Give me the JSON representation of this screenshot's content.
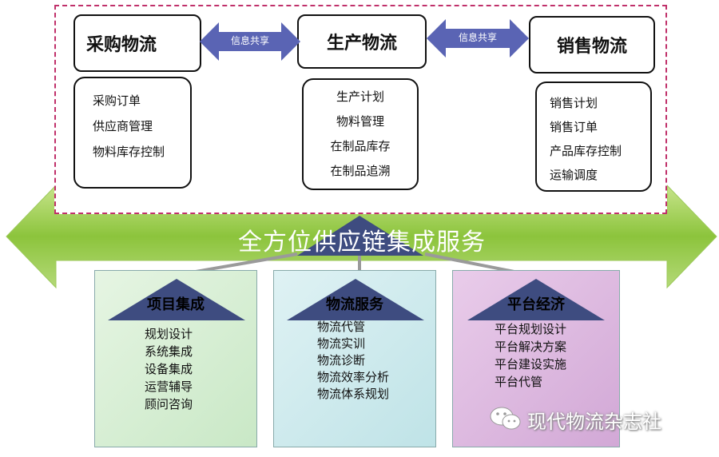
{
  "top": {
    "procurement": {
      "title": "采购物流",
      "items": [
        "采购订单",
        "供应商管理",
        "物料库存控制"
      ]
    },
    "production": {
      "title": "生产物流",
      "items": [
        "生产计划",
        "物料管理",
        "在制品库存",
        "在制品追溯"
      ]
    },
    "sales": {
      "title": "销售物流",
      "items": [
        "销售计划",
        "销售订单",
        "产品库存控制",
        "运输调度"
      ]
    },
    "share_left": "信息共享",
    "share_right": "信息共享"
  },
  "banner": {
    "title": "全方位供应链集成服务"
  },
  "cards": [
    {
      "title": "项目集成",
      "items": [
        "规划设计",
        "系统集成",
        "设备集成",
        "运营辅导",
        "顾问咨询"
      ]
    },
    {
      "title": "物流服务",
      "items": [
        "物流代管",
        "物流实训",
        "物流诊断",
        "物流效率分析",
        "物流体系规划"
      ]
    },
    {
      "title": "平台经济",
      "items": [
        "平台规划设计",
        "平台解决方案",
        "平台建设实施",
        "平台代管"
      ]
    }
  ],
  "watermark": {
    "text": "现代物流杂志社"
  },
  "colors": {
    "frame_dashed": "#c0306a",
    "arrow_green": "#8cc43c",
    "share_arrow": "#5a64b4",
    "card_green": "#d4edd3",
    "card_cyan": "#c8e7ea",
    "card_purple": "#dcb8df",
    "triangle": "#3e4c80"
  }
}
